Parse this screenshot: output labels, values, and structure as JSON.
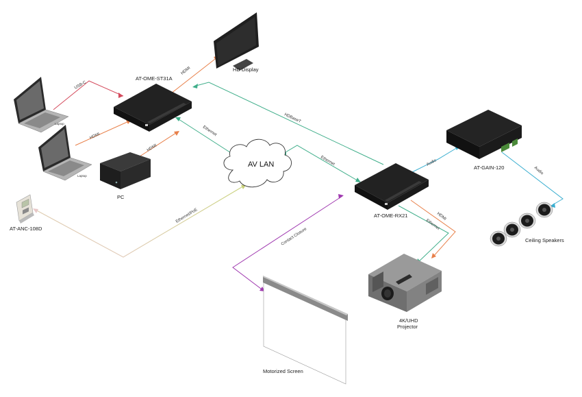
{
  "devices": {
    "transmitter": "AT-OME-ST31A",
    "display": "HD Display",
    "laptop_top": "Laptop",
    "laptop_bottom": "Laptop",
    "pc": "PC",
    "wallplate": "AT-ANC-108D",
    "network": "AV LAN",
    "receiver": "AT-OME-RX21",
    "amplifier": "AT-GAIN-120",
    "speakers": "Ceiling Speakers",
    "projector_line1": "4K/UHD",
    "projector_line2": "Projector",
    "screen": "Motorized Screen"
  },
  "cables": {
    "usbc": "USB-C",
    "hdmi_laptop": "HDMI",
    "hdmi_pc": "HDMI",
    "hdmi_display": "HDMI",
    "ethernet_tx": "Ethernet",
    "hdbaset": "HDBaseT",
    "ethernet_rx": "Ethernet",
    "ethernet_poe": "Ethernet/PoE",
    "audio_rx": "Audio",
    "audio_spk": "Audio",
    "contact_closure": "Contact Closure",
    "hdmi_proj": "HDMI",
    "ethernet_proj": "Ethernet"
  },
  "colors": {
    "usbc": "#d44a5c",
    "hdmi": "#e8804a",
    "ethernet": "#3fae8a",
    "poe": "#c8cf7a",
    "audio": "#3aaed0",
    "contact": "#a03ab0"
  }
}
